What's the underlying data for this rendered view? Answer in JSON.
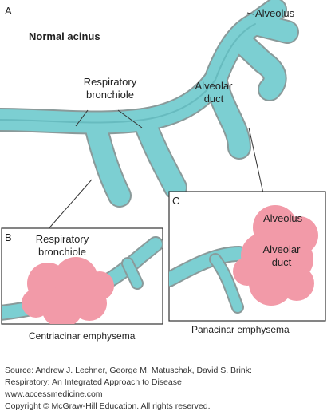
{
  "panel_a": {
    "letter": "A",
    "title": "Normal acinus",
    "label_alveolus": "Alveolus",
    "label_resp_line1": "Respiratory",
    "label_resp_line2": "bronchiole",
    "label_duct_line1": "Alveolar",
    "label_duct_line2": "duct"
  },
  "panel_b": {
    "letter": "B",
    "label_resp_line1": "Respiratory",
    "label_resp_line2": "bronchiole",
    "caption": "Centriacinar emphysema"
  },
  "panel_c": {
    "letter": "C",
    "label_alveolus": "Alveolus",
    "label_duct_line1": "Alveolar",
    "label_duct_line2": "duct",
    "caption": "Panacinar emphysema"
  },
  "source": {
    "line1": "Source: Andrew J. Lechner, George M. Matuschak, David S. Brink:",
    "line2": "Respiratory: An Integrated Approach to Disease",
    "line3": "www.accessmedicine.com",
    "line4": "Copyright © McGraw-Hill Education.  All rights reserved."
  },
  "colors": {
    "airway_teal": "#7ccfd2",
    "airway_outline": "#8a9a9a",
    "emphysema_pink": "#f29aa8",
    "panel_border": "#333333"
  }
}
